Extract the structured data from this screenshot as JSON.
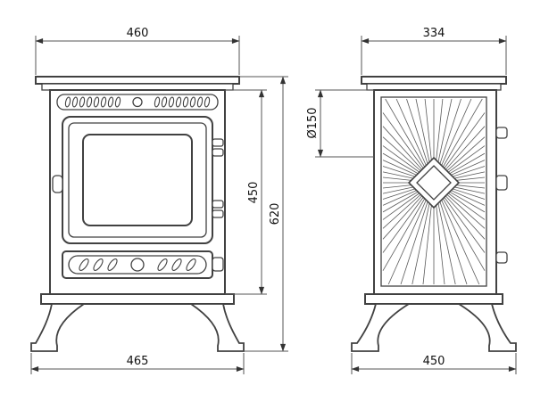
{
  "drawing": {
    "subject": "wood-stove-two-view-technical-drawing",
    "views": [
      "front",
      "side"
    ]
  },
  "dimensions": {
    "front": {
      "top_width": "460",
      "body_height": "450",
      "total_height": "620",
      "base_width": "465"
    },
    "side": {
      "top_depth": "334",
      "flue_diameter": "Ø150",
      "base_depth": "450"
    }
  },
  "colors": {
    "line": "#414141",
    "dimension": "#555555",
    "text": "#111111",
    "background": "#ffffff"
  }
}
